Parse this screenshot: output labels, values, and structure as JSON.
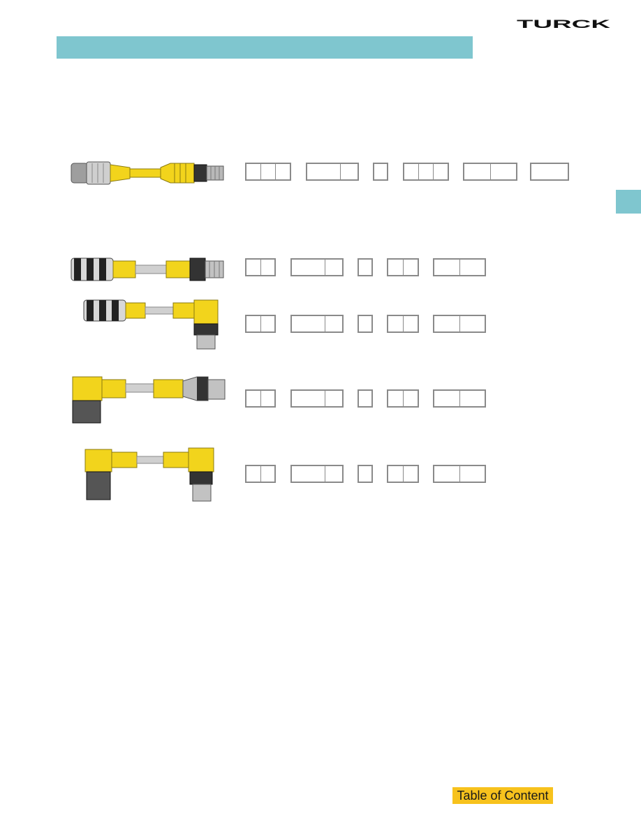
{
  "brand": {
    "logo_text": "TURCK",
    "accent_color": "#7fc6cf",
    "toc_color": "#f7c21d"
  },
  "footer": {
    "toc_label": "Table of Content"
  },
  "cables": [
    {
      "type": "straight-female-to-straight-male-molded",
      "code_groups": [
        3,
        2,
        1,
        3,
        2,
        1
      ]
    },
    {
      "type": "straight-female-to-straight-male",
      "code_groups": [
        2,
        2,
        1,
        2,
        2
      ]
    },
    {
      "type": "straight-female-to-right-angle-male",
      "code_groups": [
        2,
        2,
        1,
        2,
        2
      ]
    },
    {
      "type": "right-angle-female-to-straight-male",
      "code_groups": [
        2,
        2,
        1,
        2,
        2
      ]
    },
    {
      "type": "right-angle-female-to-right-angle-male",
      "code_groups": [
        2,
        2,
        1,
        2,
        2
      ]
    }
  ]
}
